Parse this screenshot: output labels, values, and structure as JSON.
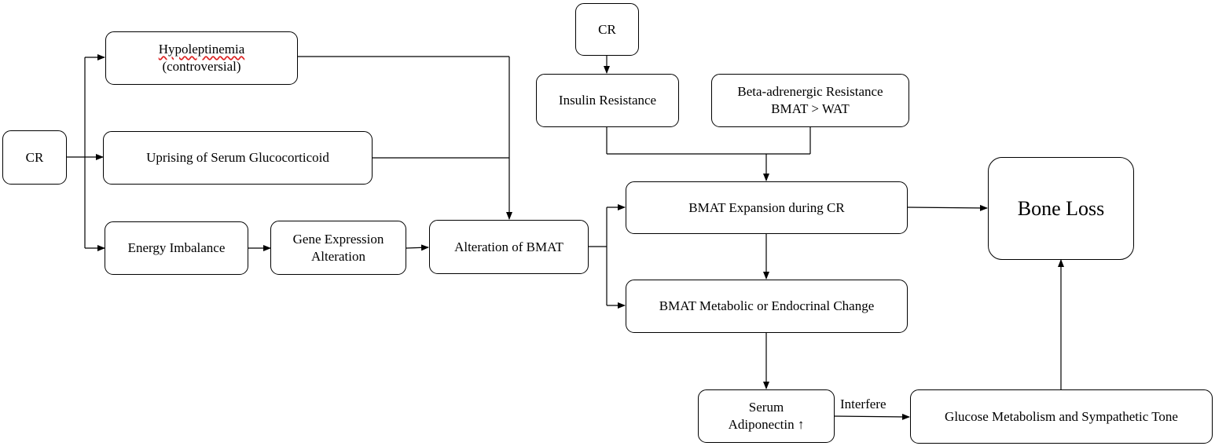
{
  "nodes": {
    "cr_left": {
      "lines": [
        "CR"
      ]
    },
    "hypoleptinemia": {
      "lines": [
        "Hypoleptinemia",
        "(controversial)"
      ]
    },
    "glucocorticoid": {
      "lines": [
        "Uprising of Serum Glucocorticoid"
      ]
    },
    "energy_imbalance": {
      "lines": [
        "Energy Imbalance"
      ]
    },
    "gene_expression": {
      "lines": [
        "Gene Expression",
        "Alteration"
      ]
    },
    "alteration_bmat": {
      "lines": [
        "Alteration of BMAT"
      ]
    },
    "cr_top": {
      "lines": [
        "CR"
      ]
    },
    "insulin_resistance": {
      "lines": [
        "Insulin Resistance"
      ]
    },
    "beta_adrenergic": {
      "lines": [
        "Beta-adrenergic Resistance",
        "BMAT > WAT"
      ]
    },
    "bmat_expansion": {
      "lines": [
        "BMAT Expansion during CR"
      ]
    },
    "bmat_metabolic": {
      "lines": [
        "BMAT Metabolic or Endocrinal Change"
      ]
    },
    "serum_adiponectin": {
      "lines": [
        "Serum",
        "Adiponectin ↑"
      ]
    },
    "glucose_metabolism": {
      "lines": [
        "Glucose Metabolism and Sympathetic Tone"
      ]
    },
    "bone_loss": {
      "lines": [
        "Bone Loss"
      ]
    }
  },
  "edge_labels": {
    "interfere": "Interfere"
  }
}
